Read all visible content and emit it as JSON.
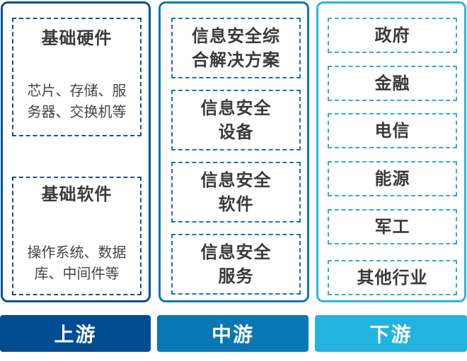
{
  "upstream": {
    "label": "上游",
    "color": "#034c92",
    "items": [
      {
        "title": "基础硬件",
        "desc": [
          "芯片、存储、服",
          "务器、交换机等"
        ]
      },
      {
        "title": "基础软件",
        "desc": [
          "操作系统、数据",
          "库、中间件等"
        ]
      }
    ]
  },
  "midstream": {
    "label": "中游",
    "color": "#0977b3",
    "items": [
      {
        "lines": [
          "信息安全综",
          "合解决方案"
        ]
      },
      {
        "lines": [
          "信息安全",
          "设备"
        ]
      },
      {
        "lines": [
          "信息安全",
          "软件"
        ]
      },
      {
        "lines": [
          "信息安全",
          "服务"
        ]
      }
    ]
  },
  "downstream": {
    "label": "下游",
    "color": "#22b4de",
    "items": [
      "政府",
      "金融",
      "电信",
      "能源",
      "军工",
      "其他行业"
    ]
  }
}
